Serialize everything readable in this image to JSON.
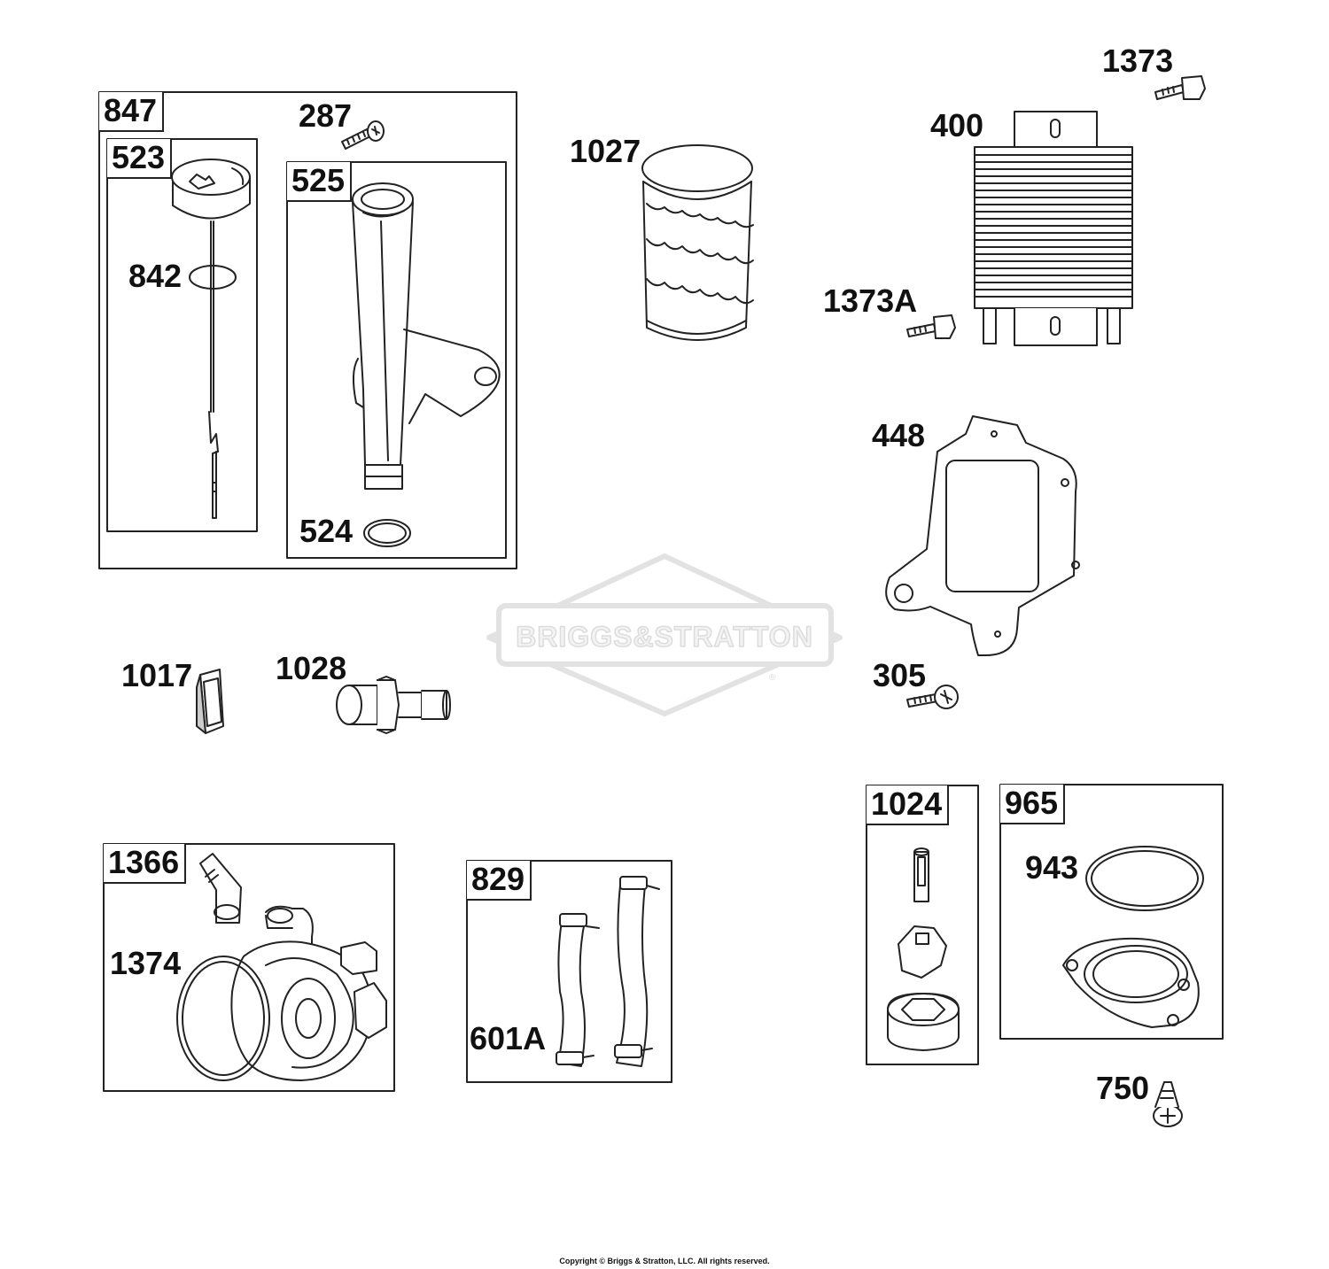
{
  "watermark": {
    "text": "BRIGGS&STRATTON",
    "reg": "®"
  },
  "copyright": "Copyright © Briggs & Stratton, LLC. All rights reserved.",
  "boxes": {
    "b847": "847",
    "b523": "523",
    "b525": "525",
    "b1366": "1366",
    "b829": "829",
    "b1024": "1024",
    "b965": "965"
  },
  "labels": {
    "l287": "287",
    "l842": "842",
    "l524": "524",
    "l1027": "1027",
    "l1373": "1373",
    "l400": "400",
    "l1373A": "1373A",
    "l448": "448",
    "l305": "305",
    "l1017": "1017",
    "l1028": "1028",
    "l1374": "1374",
    "l601A": "601A",
    "l943": "943",
    "l750": "750"
  }
}
